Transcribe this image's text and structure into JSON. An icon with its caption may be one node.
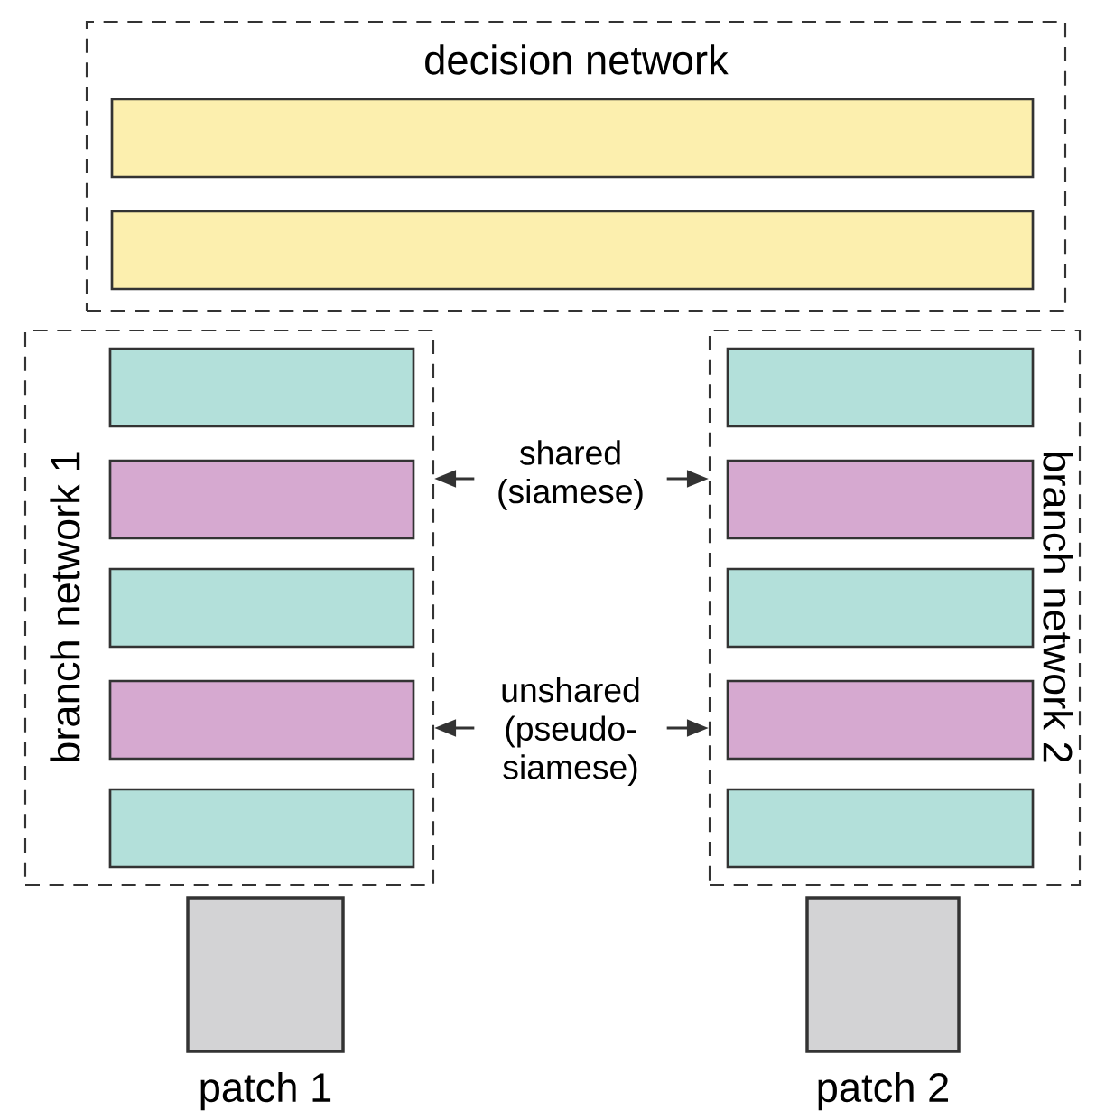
{
  "diagram": {
    "nodes": [
      {
        "text": [
          "decision network"
        ]
      },
      {
        "text": [],
        "shape": "bar",
        "in": 0
      },
      {
        "text": [],
        "shape": "bar",
        "in": 0
      },
      {
        "text": [
          "branch network 1"
        ]
      },
      {
        "text": [],
        "shape": "bar",
        "in": 3
      },
      {
        "text": [],
        "shape": "bar",
        "in": 3
      },
      {
        "text": [],
        "shape": "bar",
        "in": 3
      },
      {
        "text": [],
        "shape": "bar",
        "in": 3
      },
      {
        "text": [],
        "shape": "bar",
        "in": 3
      },
      {
        "text": [
          "branch network 2"
        ]
      },
      {
        "text": [],
        "shape": "bar",
        "in": 9
      },
      {
        "text": [],
        "shape": "bar",
        "in": 9
      },
      {
        "text": [],
        "shape": "bar",
        "in": 9
      },
      {
        "text": [],
        "shape": "bar",
        "in": 9
      },
      {
        "text": [],
        "shape": "bar",
        "in": 9
      },
      {
        "text": [],
        "shape": "box",
        "beside": [
          "patch 1"
        ]
      },
      {
        "text": [],
        "shape": "box",
        "beside": [
          "patch 2"
        ]
      }
    ],
    "edges": [
      {
        "from": 3,
        "to": 9,
        "arrow": "both",
        "label": "shared (siamese)"
      },
      {
        "from": 3,
        "to": 9,
        "arrow": "both",
        "label": "unshared (pseudo-siamese)"
      }
    ]
  }
}
